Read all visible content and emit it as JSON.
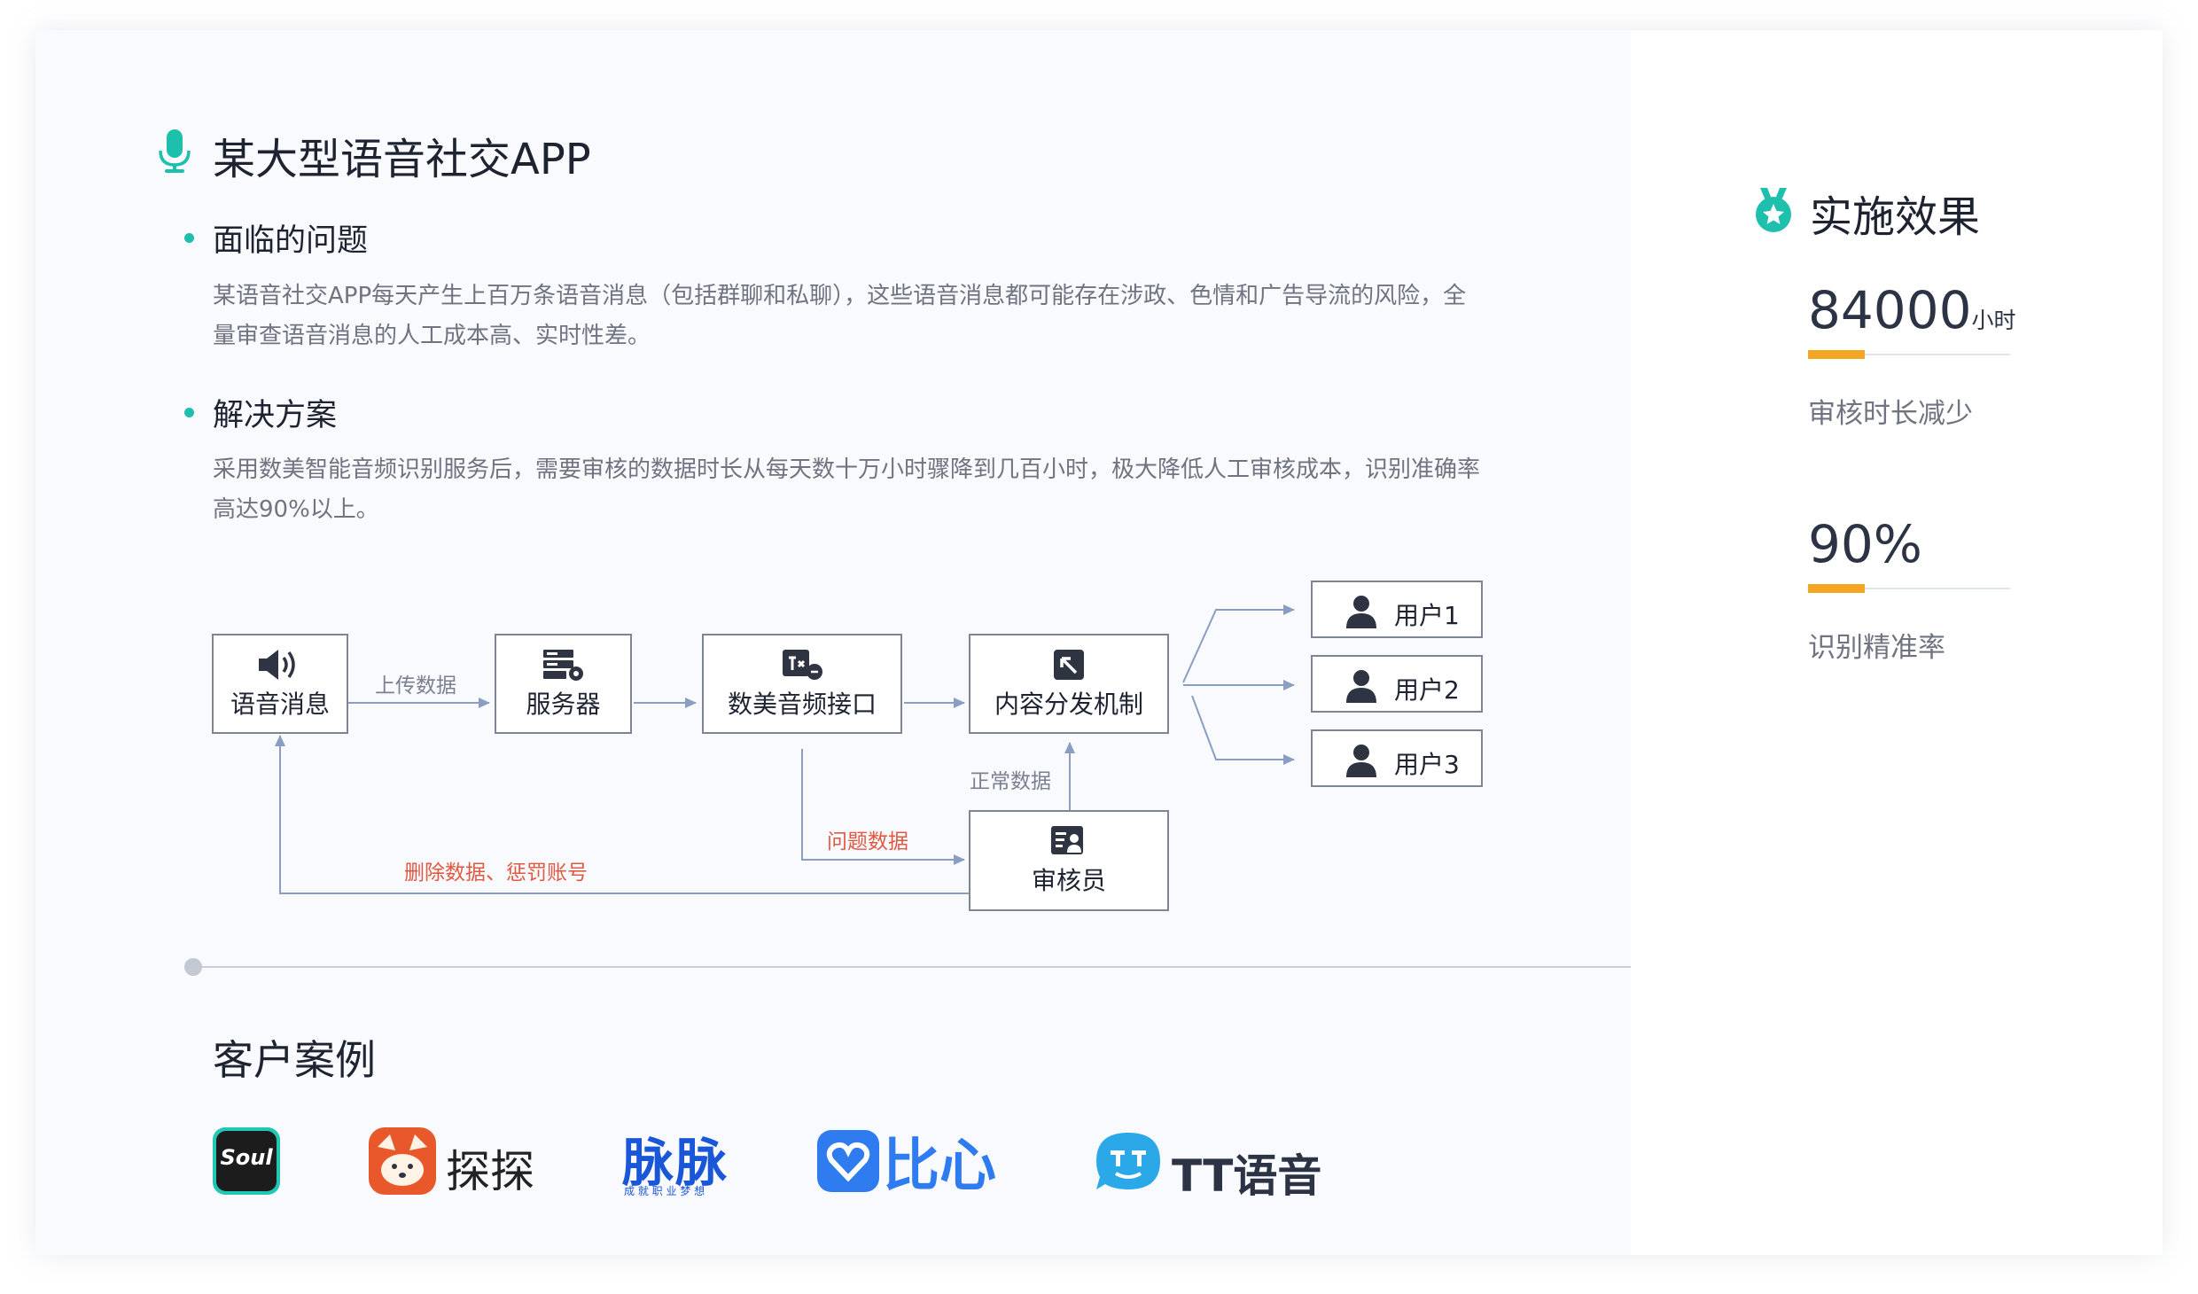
{
  "case": {
    "title": "某大型语音社交APP",
    "problem_heading": "面临的问题",
    "problem_text": "某语音社交APP每天产生上百万条语音消息（包括群聊和私聊），这些语音消息都可能存在涉政、色情和广告导流的风险，全量审查语音消息的人工成本高、实时性差。",
    "solution_heading": "解决方案",
    "solution_text": "采用数美智能音频识别服务后，需要审核的数据时长从每天数十万小时骤降到几百小时，极大降低人工审核成本，识别准确率高达90%以上。"
  },
  "flow": {
    "voice": "语音消息",
    "upload": "上传数据",
    "server": "服务器",
    "api": "数美音频接口",
    "dispatch": "内容分发机制",
    "users": [
      "用户1",
      "用户2",
      "用户3"
    ],
    "normal": "正常数据",
    "problem": "问题数据",
    "reviewer": "审核员",
    "delete": "删除数据、惩罚账号"
  },
  "cases": {
    "heading": "客户案例",
    "logos": [
      {
        "name": "Soul",
        "text": "Soul"
      },
      {
        "name": "探探",
        "text": "探探"
      },
      {
        "name": "脉脉",
        "text": "脉脉",
        "tagline": "成 就 职 业 梦 想"
      },
      {
        "name": "比心",
        "text": "比心"
      },
      {
        "name": "TT语音",
        "text": "TT语音"
      }
    ]
  },
  "effects": {
    "title": "实施效果",
    "metrics": [
      {
        "value": "84000",
        "unit": "小时",
        "label": "审核时长减少"
      },
      {
        "value": "90%",
        "unit": "",
        "label": "识别精准率"
      }
    ]
  },
  "colors": {
    "accent_teal": "#1fbfae",
    "bar_orange": "#f5a623",
    "problem_red": "#e05a43",
    "line_gray": "#7d8595",
    "arrow_blue": "#8a9ec4"
  }
}
